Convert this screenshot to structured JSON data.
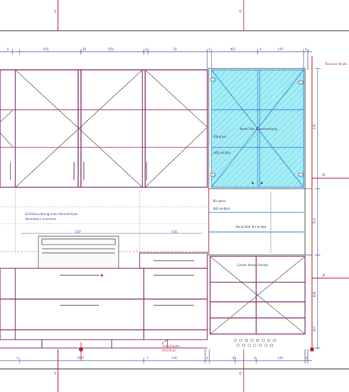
{
  "grid": {
    "top": [
      "5",
      "6"
    ],
    "bottom": [
      "5",
      "6"
    ],
    "right": [
      "B",
      "A"
    ]
  },
  "dims_top": [
    "0",
    "556",
    "30",
    "556",
    "4",
    "30",
    "4",
    "455",
    "4",
    "450",
    "9"
  ],
  "dims_bottom": [
    "9",
    "1097",
    "3",
    "556",
    "8",
    "15",
    "4",
    "450",
    "4"
  ],
  "dims_right": [
    "250",
    "510",
    "834",
    "310"
  ],
  "annotations": {
    "top_right_note": "Revenue Strukt.",
    "glass_label": "Karat Fakt. Ausschrankung",
    "glass_note_1": "RW gross",
    "glass_note_2": "LED vertikal",
    "drawer_note_1": "Bis gross",
    "drawer_note_2": "LED vertikal",
    "drawer_label": "Karat Fakt. ferner box",
    "lower_label": "Geräte ferner Schrank",
    "shelf_note_1": "LED Beleuchtung unter Oberschränke",
    "shelf_note_2": "Steckdosen Anschluss",
    "hood_dim": "550",
    "shelf_dim": "610",
    "red_note_1": "Tisch Elektro",
    "red_note_2": "Anschluss"
  },
  "colors": {
    "cabinet": "#8a2e72",
    "dim_blue": "#2c3e8c",
    "grid_red": "#c0182a",
    "glass_fill": "#9be8f2",
    "glass_line": "#2a7fd8"
  }
}
